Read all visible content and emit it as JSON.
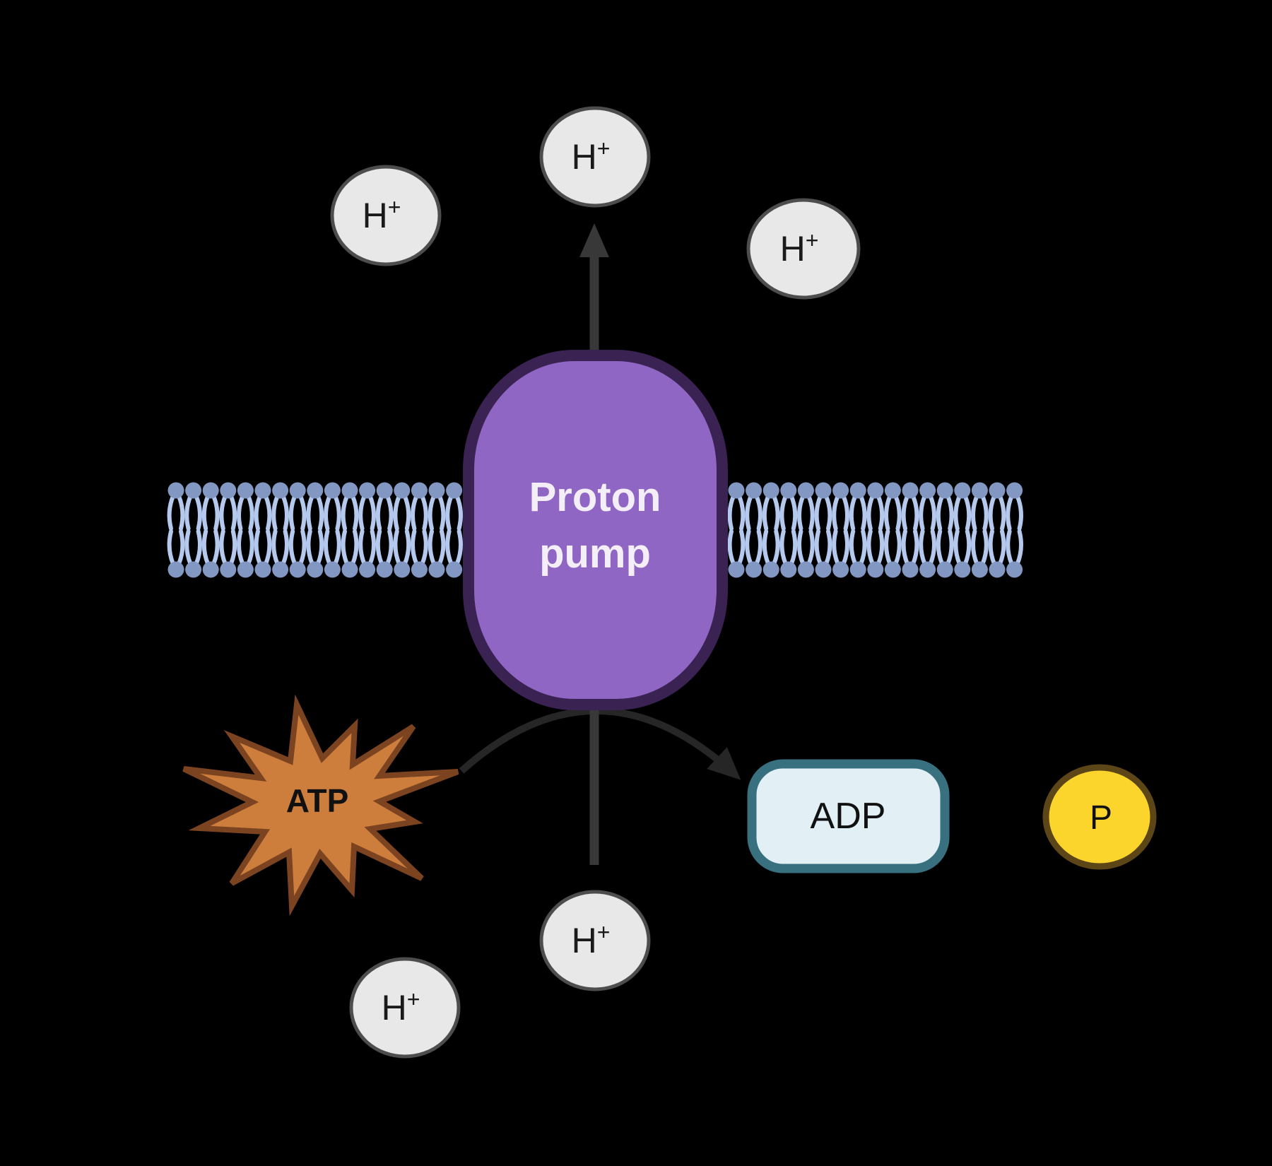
{
  "background_color": "#000000",
  "pump": {
    "label_line1": "Proton",
    "label_line2": "pump",
    "fill": "#9066c4",
    "border": "#3a2253",
    "label_color": "#f3eef7"
  },
  "membrane": {
    "head_color": "#8298c2",
    "tail_color": "#b5c9ee"
  },
  "ion_style": {
    "fill": "#e8e8e8",
    "border": "#4d4d4d"
  },
  "ions": [
    {
      "label": "H",
      "sup": "+",
      "position": "top-left"
    },
    {
      "label": "H",
      "sup": "+",
      "position": "top-center"
    },
    {
      "label": "H",
      "sup": "+",
      "position": "top-right"
    },
    {
      "label": "H",
      "sup": "+",
      "position": "bottom-center"
    },
    {
      "label": "H",
      "sup": "+",
      "position": "bottom-left"
    }
  ],
  "molecules": {
    "atp": {
      "label": "ATP",
      "fill": "#cd7e3d",
      "border": "#7c4320"
    },
    "adp": {
      "label": "ADP",
      "fill": "#e2f0f5",
      "border": "#38707f"
    },
    "phosphate": {
      "label": "P",
      "fill": "#fbd52c",
      "border": "#5c4517"
    }
  },
  "arrows": {
    "vertical_color": "#383838",
    "curved_color": "#262626"
  }
}
